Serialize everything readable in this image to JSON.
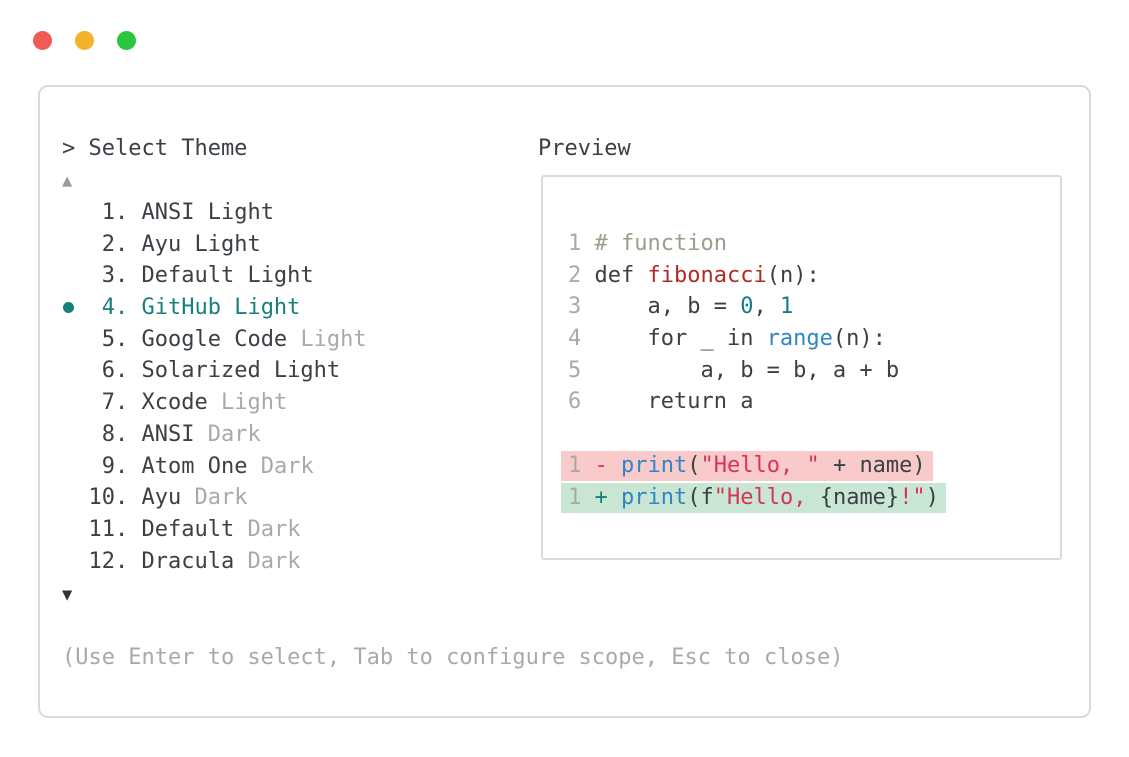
{
  "palette": {
    "text": "#3a4045",
    "muted": "#a9a9a9",
    "teal": "#17807c",
    "num_teal": "#0d7e8a",
    "builtin_blue": "#2f86c3",
    "func_red": "#b02b25",
    "str_crimson": "#d93357",
    "comment": "#97a18a",
    "diff_red_bg": "#f8caca",
    "diff_green_bg": "#c9e6d4",
    "border": "#dadada",
    "arrow_gray": "#9a9a9a",
    "arrow_dark": "#2e3338"
  },
  "traffic_lights": [
    {
      "name": "close",
      "color": "#f05b56"
    },
    {
      "name": "minimize",
      "color": "#f3b32b"
    },
    {
      "name": "zoom",
      "color": "#2dc53e"
    }
  ],
  "left_panel": {
    "title": "> Select Theme",
    "up_arrow": "▲",
    "down_arrow": "▼",
    "items": [
      {
        "number": "1",
        "main": "ANSI Light",
        "muted": "",
        "selected": false
      },
      {
        "number": "2",
        "main": "Ayu Light",
        "muted": "",
        "selected": false
      },
      {
        "number": "3",
        "main": "Default Light",
        "muted": "",
        "selected": false
      },
      {
        "number": "4",
        "main": "GitHub Light",
        "muted": "",
        "selected": true
      },
      {
        "number": "5",
        "main": "Google Code",
        "muted": "Light",
        "selected": false
      },
      {
        "number": "6",
        "main": "Solarized Light",
        "muted": "",
        "selected": false
      },
      {
        "number": "7",
        "main": "Xcode",
        "muted": "Light",
        "selected": false
      },
      {
        "number": "8",
        "main": "ANSI",
        "muted": "Dark",
        "selected": false
      },
      {
        "number": "9",
        "main": "Atom One",
        "muted": "Dark",
        "selected": false
      },
      {
        "number": "10",
        "main": "Ayu",
        "muted": "Dark",
        "selected": false
      },
      {
        "number": "11",
        "main": "Default",
        "muted": "Dark",
        "selected": false
      },
      {
        "number": "12",
        "main": "Dracula",
        "muted": "Dark",
        "selected": false
      }
    ],
    "hint": "(Use Enter to select, Tab to configure scope, Esc to close)"
  },
  "preview": {
    "label": "Preview",
    "lines": [
      {
        "type": "code",
        "num": "1",
        "tokens": [
          [
            "comment",
            "# function"
          ]
        ]
      },
      {
        "type": "code",
        "num": "2",
        "tokens": [
          [
            "plain",
            "def "
          ],
          [
            "func",
            "fibonacci"
          ],
          [
            "plain",
            "(n):"
          ]
        ]
      },
      {
        "type": "code",
        "num": "3",
        "tokens": [
          [
            "plain",
            "    a, b = "
          ],
          [
            "num",
            "0"
          ],
          [
            "plain",
            ", "
          ],
          [
            "num",
            "1"
          ]
        ]
      },
      {
        "type": "code",
        "num": "4",
        "tokens": [
          [
            "plain",
            "    for _ in "
          ],
          [
            "builtin",
            "range"
          ],
          [
            "plain",
            "(n):"
          ]
        ]
      },
      {
        "type": "code",
        "num": "5",
        "tokens": [
          [
            "plain",
            "        a, b = b, a + b"
          ]
        ]
      },
      {
        "type": "code",
        "num": "6",
        "tokens": [
          [
            "plain",
            "    return a"
          ]
        ]
      },
      {
        "type": "blank"
      },
      {
        "type": "diff-del",
        "num": "1",
        "sign": "-",
        "tokens": [
          [
            "builtin",
            "print"
          ],
          [
            "plain",
            "("
          ],
          [
            "str",
            "\"Hello, \""
          ],
          [
            "plain",
            " + name)"
          ]
        ]
      },
      {
        "type": "diff-add",
        "num": "1",
        "sign": "+",
        "tokens": [
          [
            "builtin",
            "print"
          ],
          [
            "plain",
            "(f"
          ],
          [
            "str",
            "\"Hello, "
          ],
          [
            "plain",
            "{name}"
          ],
          [
            "str",
            "!\""
          ],
          [
            "plain",
            ")"
          ]
        ]
      }
    ]
  }
}
